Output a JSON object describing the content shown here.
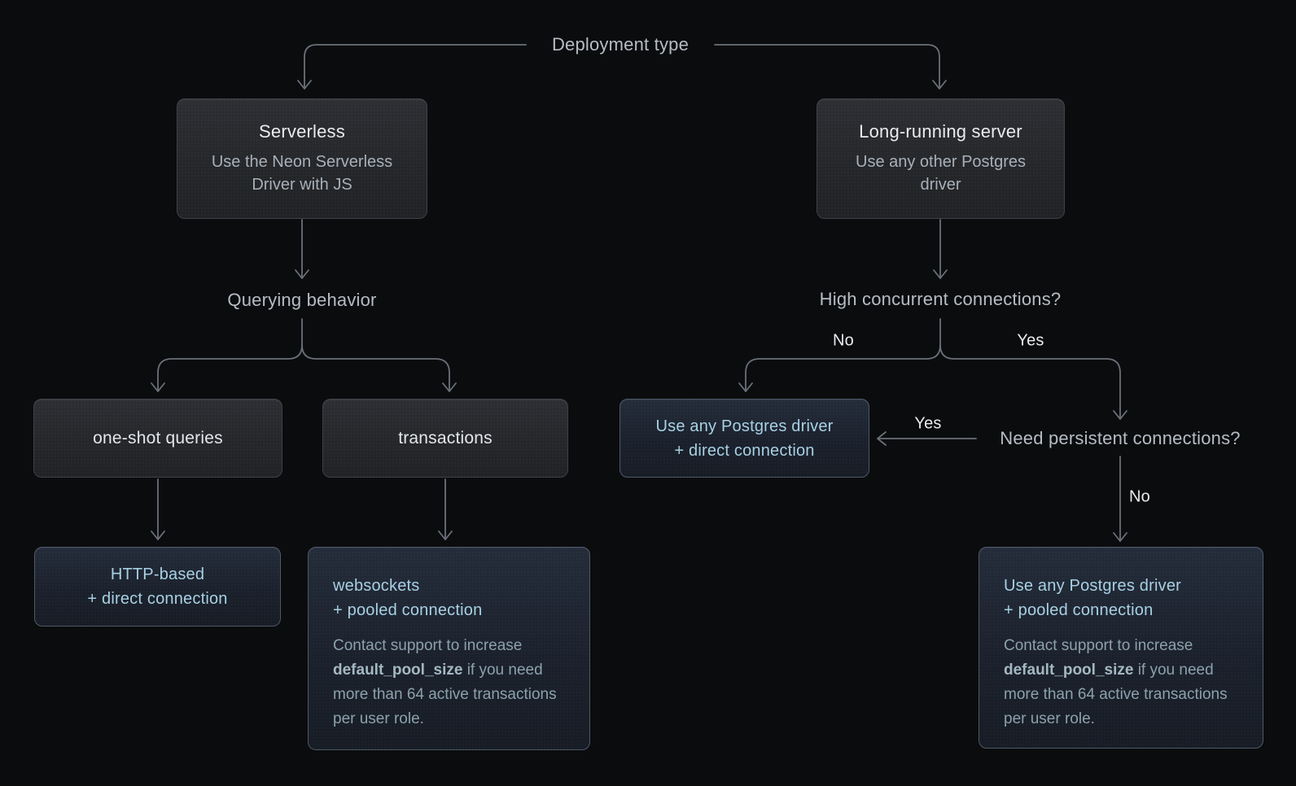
{
  "colors": {
    "background": "#0b0c0e",
    "connector_line": "#6a7078",
    "label_gray": "#b6bcc4",
    "title_white": "#e9ebee",
    "subtitle_gray": "#a8afb8",
    "accent_blue_text": "#a7d0e3",
    "note_blue_gray": "#8ba1ad",
    "gray_box_bg": "#242629",
    "blue_box_bg": "#1b212c",
    "blue_box_border": "#4d5a68"
  },
  "root": {
    "label": "Deployment type"
  },
  "serverless": {
    "title": "Serverless",
    "subtitle": "Use the Neon Serverless Driver with JS",
    "question": "Querying behavior",
    "options": {
      "oneshot": {
        "label": "one-shot queries"
      },
      "transactions": {
        "label": "transactions"
      }
    },
    "http_result": {
      "line1": "HTTP-based",
      "line2": "+ direct connection"
    },
    "websocket_result": {
      "line1": "websockets",
      "line2": "+ pooled connection",
      "note": {
        "prefix": "Contact support to increase ",
        "code": "default_pool_size",
        "suffix": " if you need more than 64 active transactions per user role."
      }
    }
  },
  "server": {
    "title": "Long-running server",
    "subtitle": "Use any other Postgres driver",
    "question": "High concurrent connections?",
    "branch_no": "No",
    "branch_yes": "Yes",
    "direct_result": {
      "line1": "Use any Postgres driver",
      "line2": "+ direct connection"
    },
    "persistent_question": "Need persistent connections?",
    "persistent_yes": "Yes",
    "persistent_no": "No",
    "pooled_result": {
      "line1": "Use any Postgres driver",
      "line2": "+ pooled connection",
      "note": {
        "prefix": "Contact support to increase ",
        "code": "default_pool_size",
        "suffix": " if you need more than 64 active transactions per user role."
      }
    }
  }
}
